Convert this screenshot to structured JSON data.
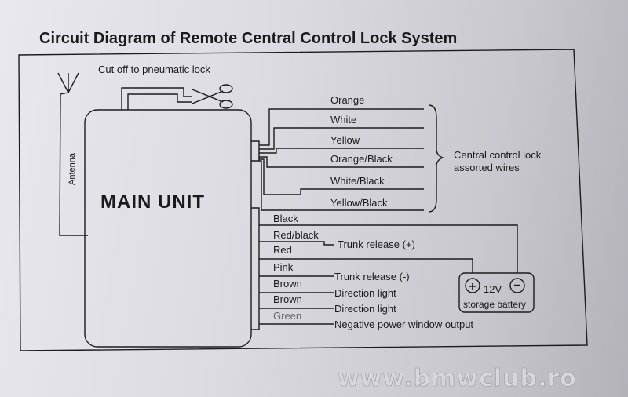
{
  "title": "Circuit Diagram of Remote Central Control Lock System",
  "main_unit": {
    "label": "MAIN UNIT"
  },
  "antenna": {
    "label": "Antenna"
  },
  "cutoff": {
    "label": "Cut off to pneumatic lock",
    "icon": "scissors-icon"
  },
  "central_lock_wires": {
    "wires": [
      "Orange",
      "White",
      "Yellow",
      "Orange/Black",
      "White/Black",
      "Yellow/Black"
    ],
    "group_label_line1": "Central control lock",
    "group_label_line2": "assorted wires"
  },
  "lower_wires": [
    "Black",
    "Red/black",
    "Red",
    "Pink",
    "Brown",
    "Brown",
    "Green"
  ],
  "functions": {
    "trunk_release_plus": "Trunk release (+)",
    "trunk_release_minus": "Trunk release (-)",
    "direction_light_1": "Direction light",
    "direction_light_2": "Direction light",
    "negative_window": "Negative power window output"
  },
  "battery": {
    "plus_symbol": "+",
    "voltage": "12V",
    "minus_symbol": "−",
    "label": "storage battery"
  },
  "watermark": "www.bmwclub.ro"
}
